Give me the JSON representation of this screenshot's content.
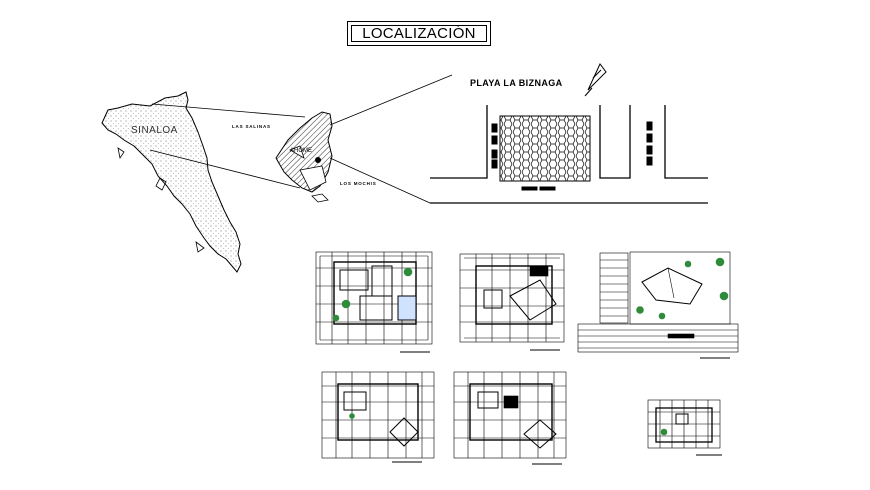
{
  "title": "LOCALIZACIÓN",
  "location_map": {
    "state_label": "SINALOA",
    "towns": [
      {
        "key": "salinas",
        "label": "LAS SALINAS"
      },
      {
        "key": "ahome",
        "label": "AHOME"
      },
      {
        "key": "mochis",
        "label": "LOS MOCHIS"
      }
    ]
  },
  "site_plan": {
    "label": "PLAYA LA BIZNAGA"
  },
  "drawing_sheets": [
    {
      "key": "plan-1"
    },
    {
      "key": "plan-2"
    },
    {
      "key": "roof-site-plan"
    },
    {
      "key": "plan-3"
    },
    {
      "key": "plan-4"
    },
    {
      "key": "plan-5"
    }
  ],
  "colors": {
    "line": "#000000",
    "background": "#ffffff",
    "vegetation": "#2e8b3a",
    "pool": "#3a7bd5"
  }
}
